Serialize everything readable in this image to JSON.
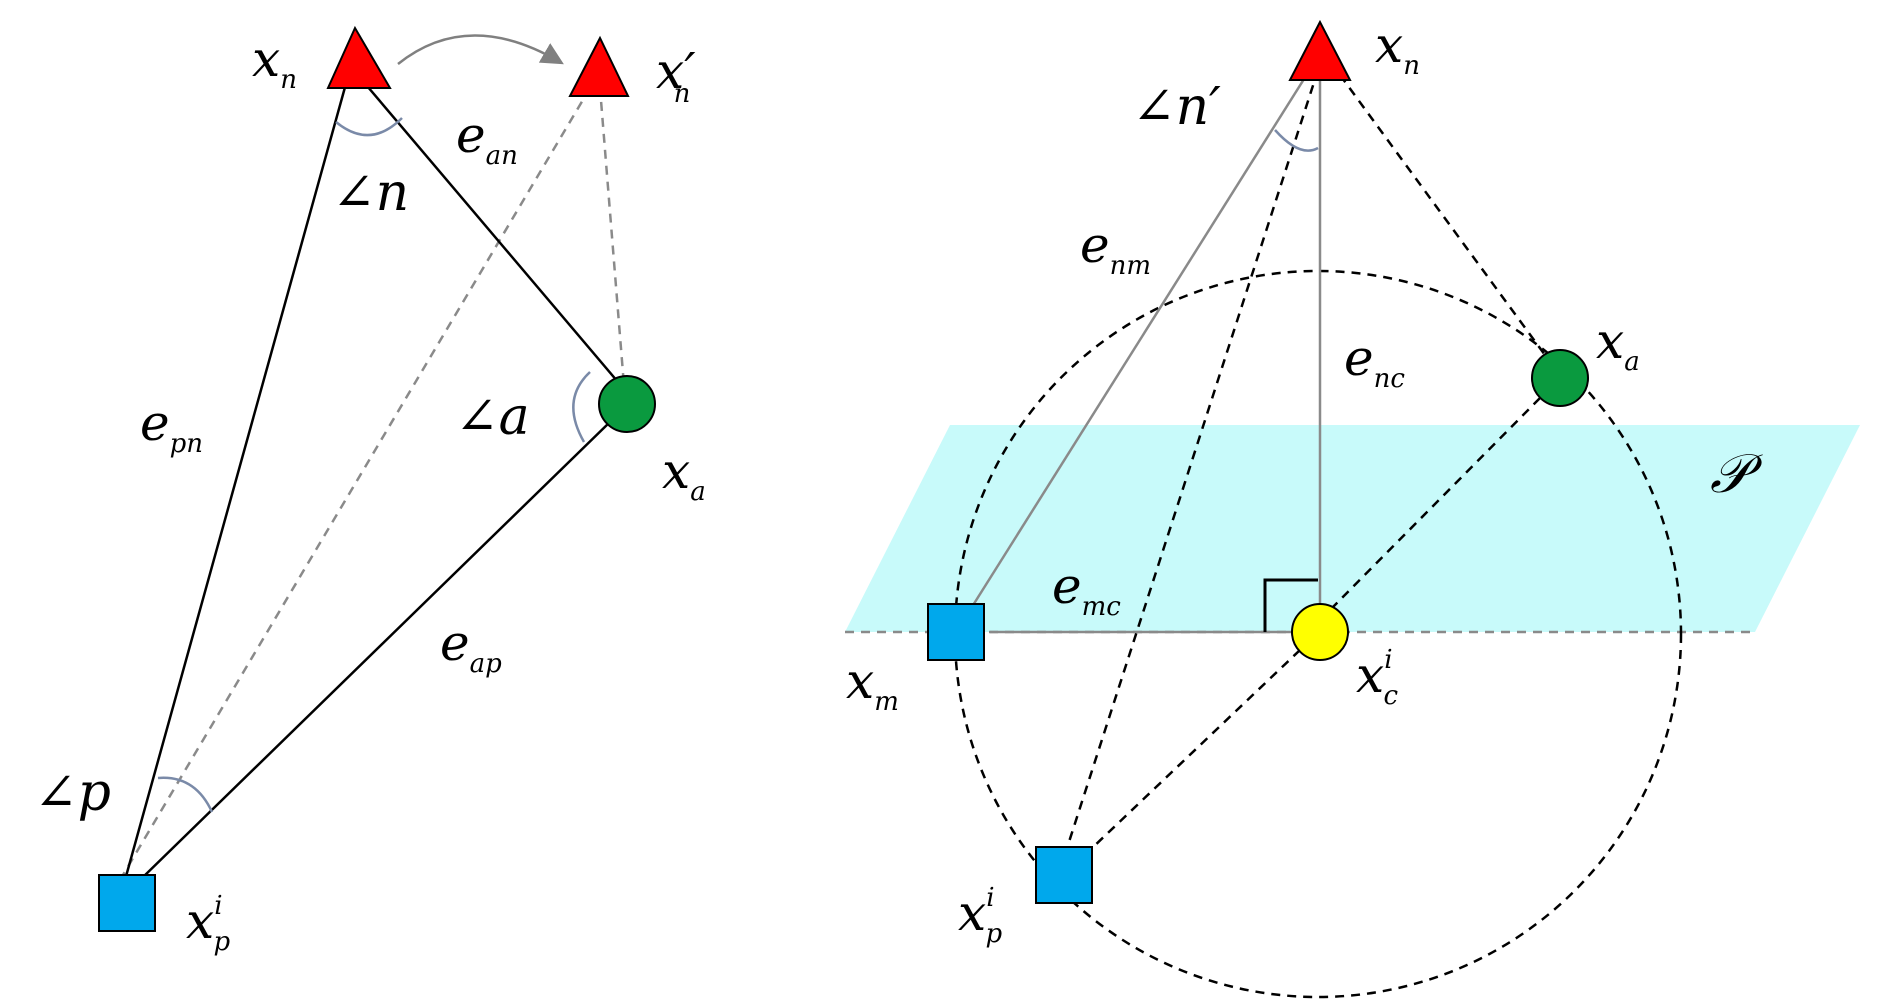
{
  "left_diagram": {
    "labels": {
      "xn": {
        "base": "x",
        "sub": "n"
      },
      "xn_prime": {
        "base": "x",
        "prime": "′",
        "sub": "n"
      },
      "xa": {
        "base": "x",
        "sub": "a"
      },
      "xp": {
        "base": "x",
        "sup": "i",
        "sub": "p"
      },
      "e_an": {
        "base": "e",
        "sub": "an"
      },
      "e_pn": {
        "base": "e",
        "sub": "pn"
      },
      "e_ap": {
        "base": "e",
        "sub": "ap"
      },
      "angle_n": "∠n",
      "angle_a": "∠a",
      "angle_p": "∠p"
    }
  },
  "right_diagram": {
    "labels": {
      "xn": {
        "base": "x",
        "sub": "n"
      },
      "xa": {
        "base": "x",
        "sub": "a"
      },
      "xm": {
        "base": "x",
        "sub": "m"
      },
      "xc": {
        "base": "x",
        "sup": "i",
        "sub": "c"
      },
      "xp": {
        "base": "x",
        "sup": "i",
        "sub": "p"
      },
      "e_nm": {
        "base": "e",
        "sub": "nm"
      },
      "e_nc": {
        "base": "e",
        "sub": "nc"
      },
      "e_mc": {
        "base": "e",
        "sub": "mc"
      },
      "angle_n_prime": "∠n′",
      "plane": "𝒫"
    }
  },
  "colors": {
    "triangle": "#ff0000",
    "circle_green": "#0a9a3f",
    "square_blue": "#00a8ec",
    "circle_yellow": "#ffff00",
    "plane": "#c8fafa",
    "gray_line": "#8a8a8a",
    "arc_blue": "#7a8aa8"
  }
}
